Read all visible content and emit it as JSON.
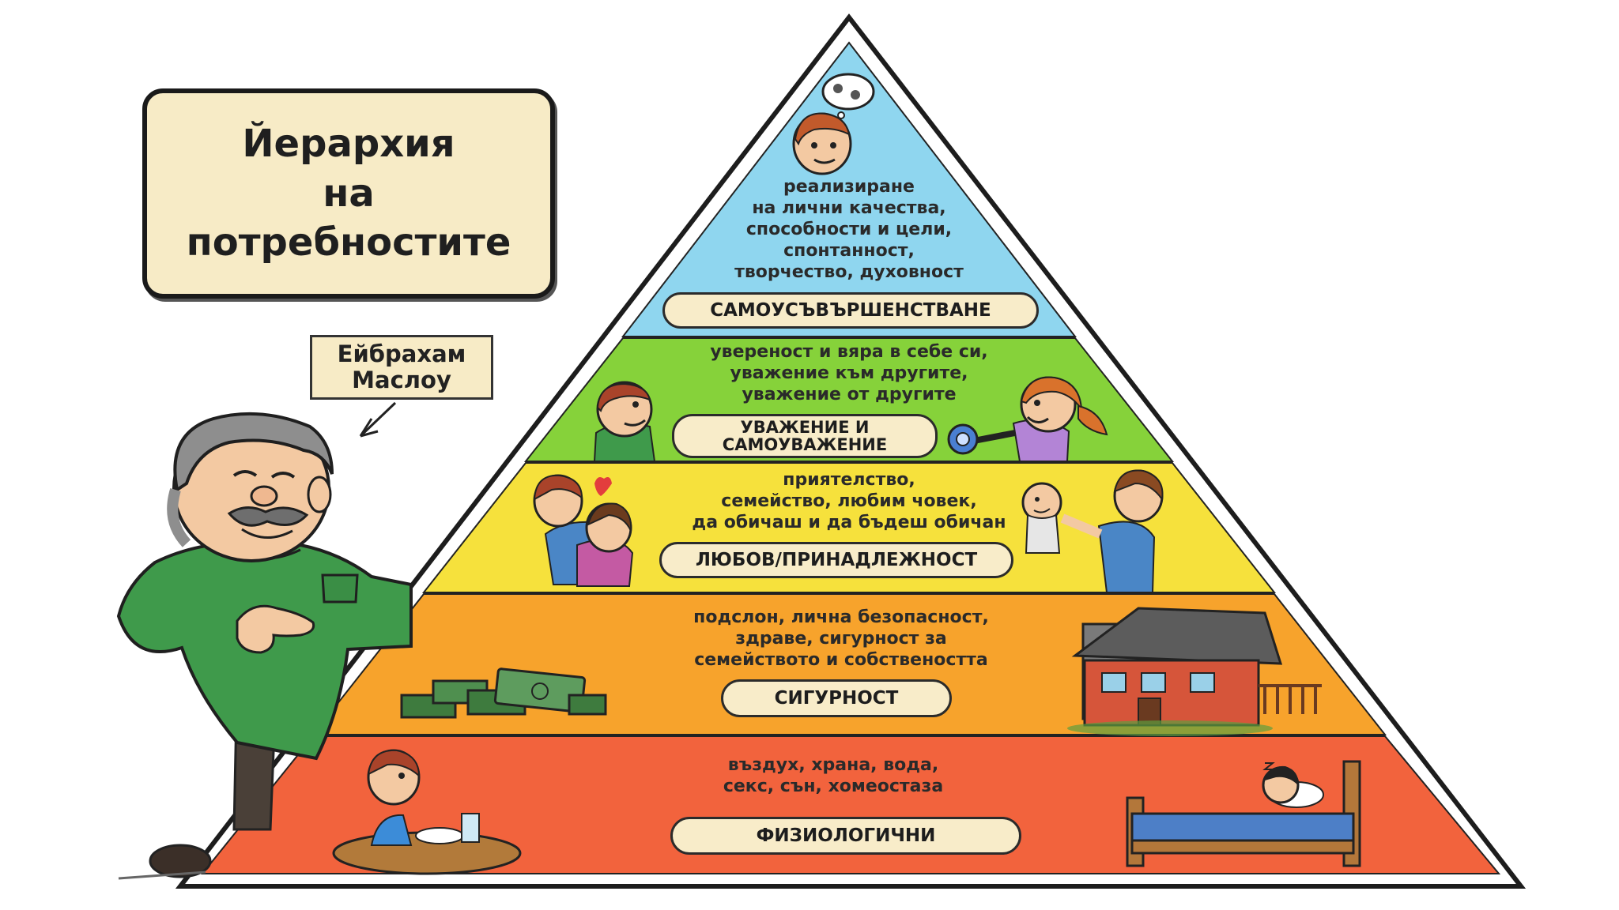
{
  "title": {
    "line1": "Йерархия",
    "line2": "на",
    "line3": "потребностите"
  },
  "author_label": {
    "line1": "Ейбрахам",
    "line2": "Маслоу"
  },
  "pyramid": {
    "levels": [
      {
        "name": "САМОУСЪВЪРШЕНСТВАНЕ",
        "lines": [
          "реализиране",
          "на лични качества,",
          "способности и цели,",
          "спонтанност,",
          "творчество, духовност"
        ],
        "color": "#8fd6ef"
      },
      {
        "name_line1": "УВАЖЕНИЕ И",
        "name_line2": "САМОУВАЖЕНИЕ",
        "lines": [
          "увереност и вяра в себе си,",
          "уважение към другите,",
          "уважение от другите"
        ],
        "color": "#86d23a"
      },
      {
        "name": "ЛЮБОВ/ПРИНАДЛЕЖНОСТ",
        "lines": [
          "приятелство,",
          "семейство, любим човек,",
          "да обичаш и да бъдеш обичан"
        ],
        "color": "#f6e13c"
      },
      {
        "name": "СИГУРНОСТ",
        "lines": [
          "подслон, лична безопасност,",
          "здраве, сигурност за",
          "семейството и собствеността"
        ],
        "color": "#f7a32c"
      },
      {
        "name": "ФИЗИОЛОГИЧНИ",
        "lines": [
          "въздух, храна, вода,",
          "секс, сън, хомеостаза"
        ],
        "color": "#f2633d"
      }
    ]
  }
}
